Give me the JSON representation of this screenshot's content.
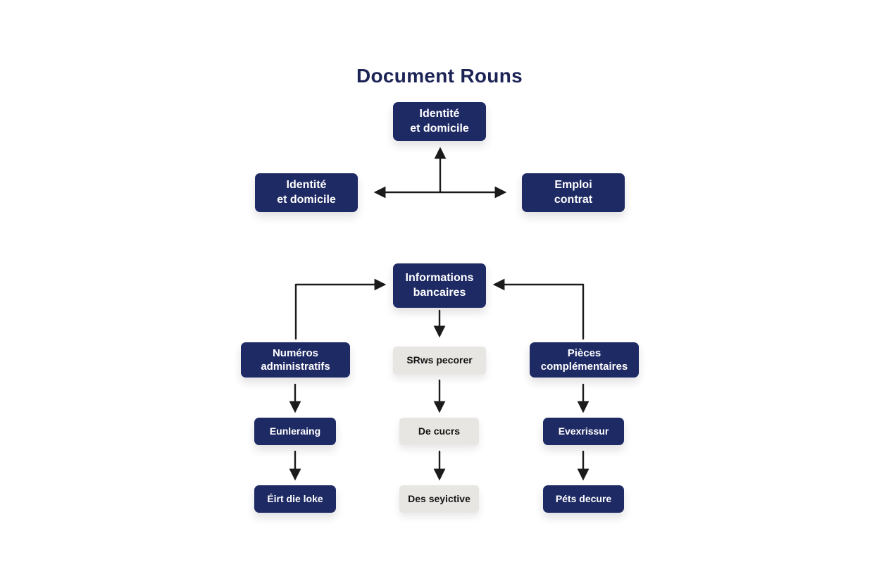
{
  "title": "Document Rouns",
  "colors": {
    "navy": "#1e2a64",
    "gray_box": "#e7e6e3",
    "box_text_light": "#ffffff",
    "box_text_dark": "#141414",
    "arrow": "#1b1b1b",
    "title_color": "#1d2456",
    "background": "#ffffff"
  },
  "nodes": {
    "top_center": {
      "label": "Identité\net domicile"
    },
    "row1_left": {
      "label": "Identité\net domicile"
    },
    "row1_right": {
      "label": "Emploi\ncontrat"
    },
    "center": {
      "label": "Informations\nbancaires"
    },
    "row2_left": {
      "label": "Numéros\nadministratifs"
    },
    "row2_mid": {
      "label": "SRws pecorer"
    },
    "row2_right": {
      "label": "Pièces\ncomplémentaires"
    },
    "row3_left": {
      "label": "Eunleraing"
    },
    "row3_mid": {
      "label": "De cucrs"
    },
    "row3_right": {
      "label": "Evexrissur"
    },
    "row4_left": {
      "label": "Éirt die loke"
    },
    "row4_mid": {
      "label": "Des seyictive"
    },
    "row4_right": {
      "label": "Péts decure"
    }
  }
}
